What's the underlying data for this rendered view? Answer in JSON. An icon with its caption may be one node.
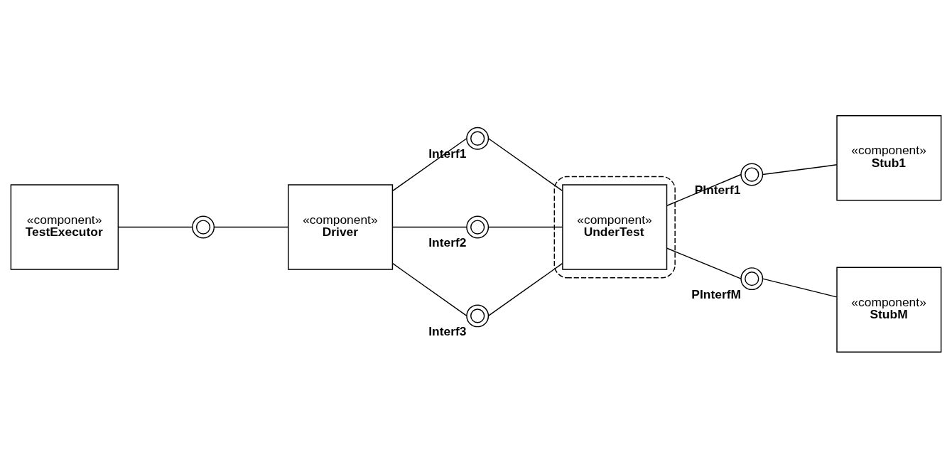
{
  "diagram": {
    "nodes": [
      {
        "text": [
          "«component»",
          "TestExecutor"
        ]
      },
      {
        "text": [
          "«component»",
          "Driver"
        ]
      },
      {
        "text": [],
        "shape": "box"
      },
      {
        "text": [
          "«component»",
          "UnderTest"
        ],
        "in": 2
      },
      {
        "text": [
          "«component»",
          "Stub1"
        ]
      },
      {
        "text": [
          "«component»",
          "StubM"
        ]
      },
      {
        "text": [],
        "shape": "circle"
      },
      {
        "text": [],
        "shape": "circle",
        "beside": [
          "Interf1"
        ]
      },
      {
        "text": [],
        "shape": "circle",
        "beside": [
          "Interf2"
        ]
      },
      {
        "text": [],
        "shape": "circle",
        "beside": [
          "Interf3"
        ]
      },
      {
        "text": [],
        "shape": "circle",
        "beside": [
          "PInterf1"
        ]
      },
      {
        "text": [],
        "shape": "circle",
        "beside": [
          "PInterfM"
        ]
      }
    ],
    "edges": [
      {
        "from": 0,
        "to": 6,
        "arrow": "none"
      },
      {
        "from": 6,
        "to": 1,
        "arrow": "none"
      },
      {
        "from": 1,
        "to": 7,
        "arrow": "none"
      },
      {
        "from": 7,
        "to": 3,
        "arrow": "none"
      },
      {
        "from": 1,
        "to": 8,
        "arrow": "none"
      },
      {
        "from": 8,
        "to": 3,
        "arrow": "none"
      },
      {
        "from": 1,
        "to": 9,
        "arrow": "none"
      },
      {
        "from": 9,
        "to": 3,
        "arrow": "none"
      },
      {
        "from": 3,
        "to": 10,
        "arrow": "none"
      },
      {
        "from": 10,
        "to": 4,
        "arrow": "none"
      },
      {
        "from": 3,
        "to": 11,
        "arrow": "none"
      },
      {
        "from": 11,
        "to": 5,
        "arrow": "none"
      }
    ]
  }
}
